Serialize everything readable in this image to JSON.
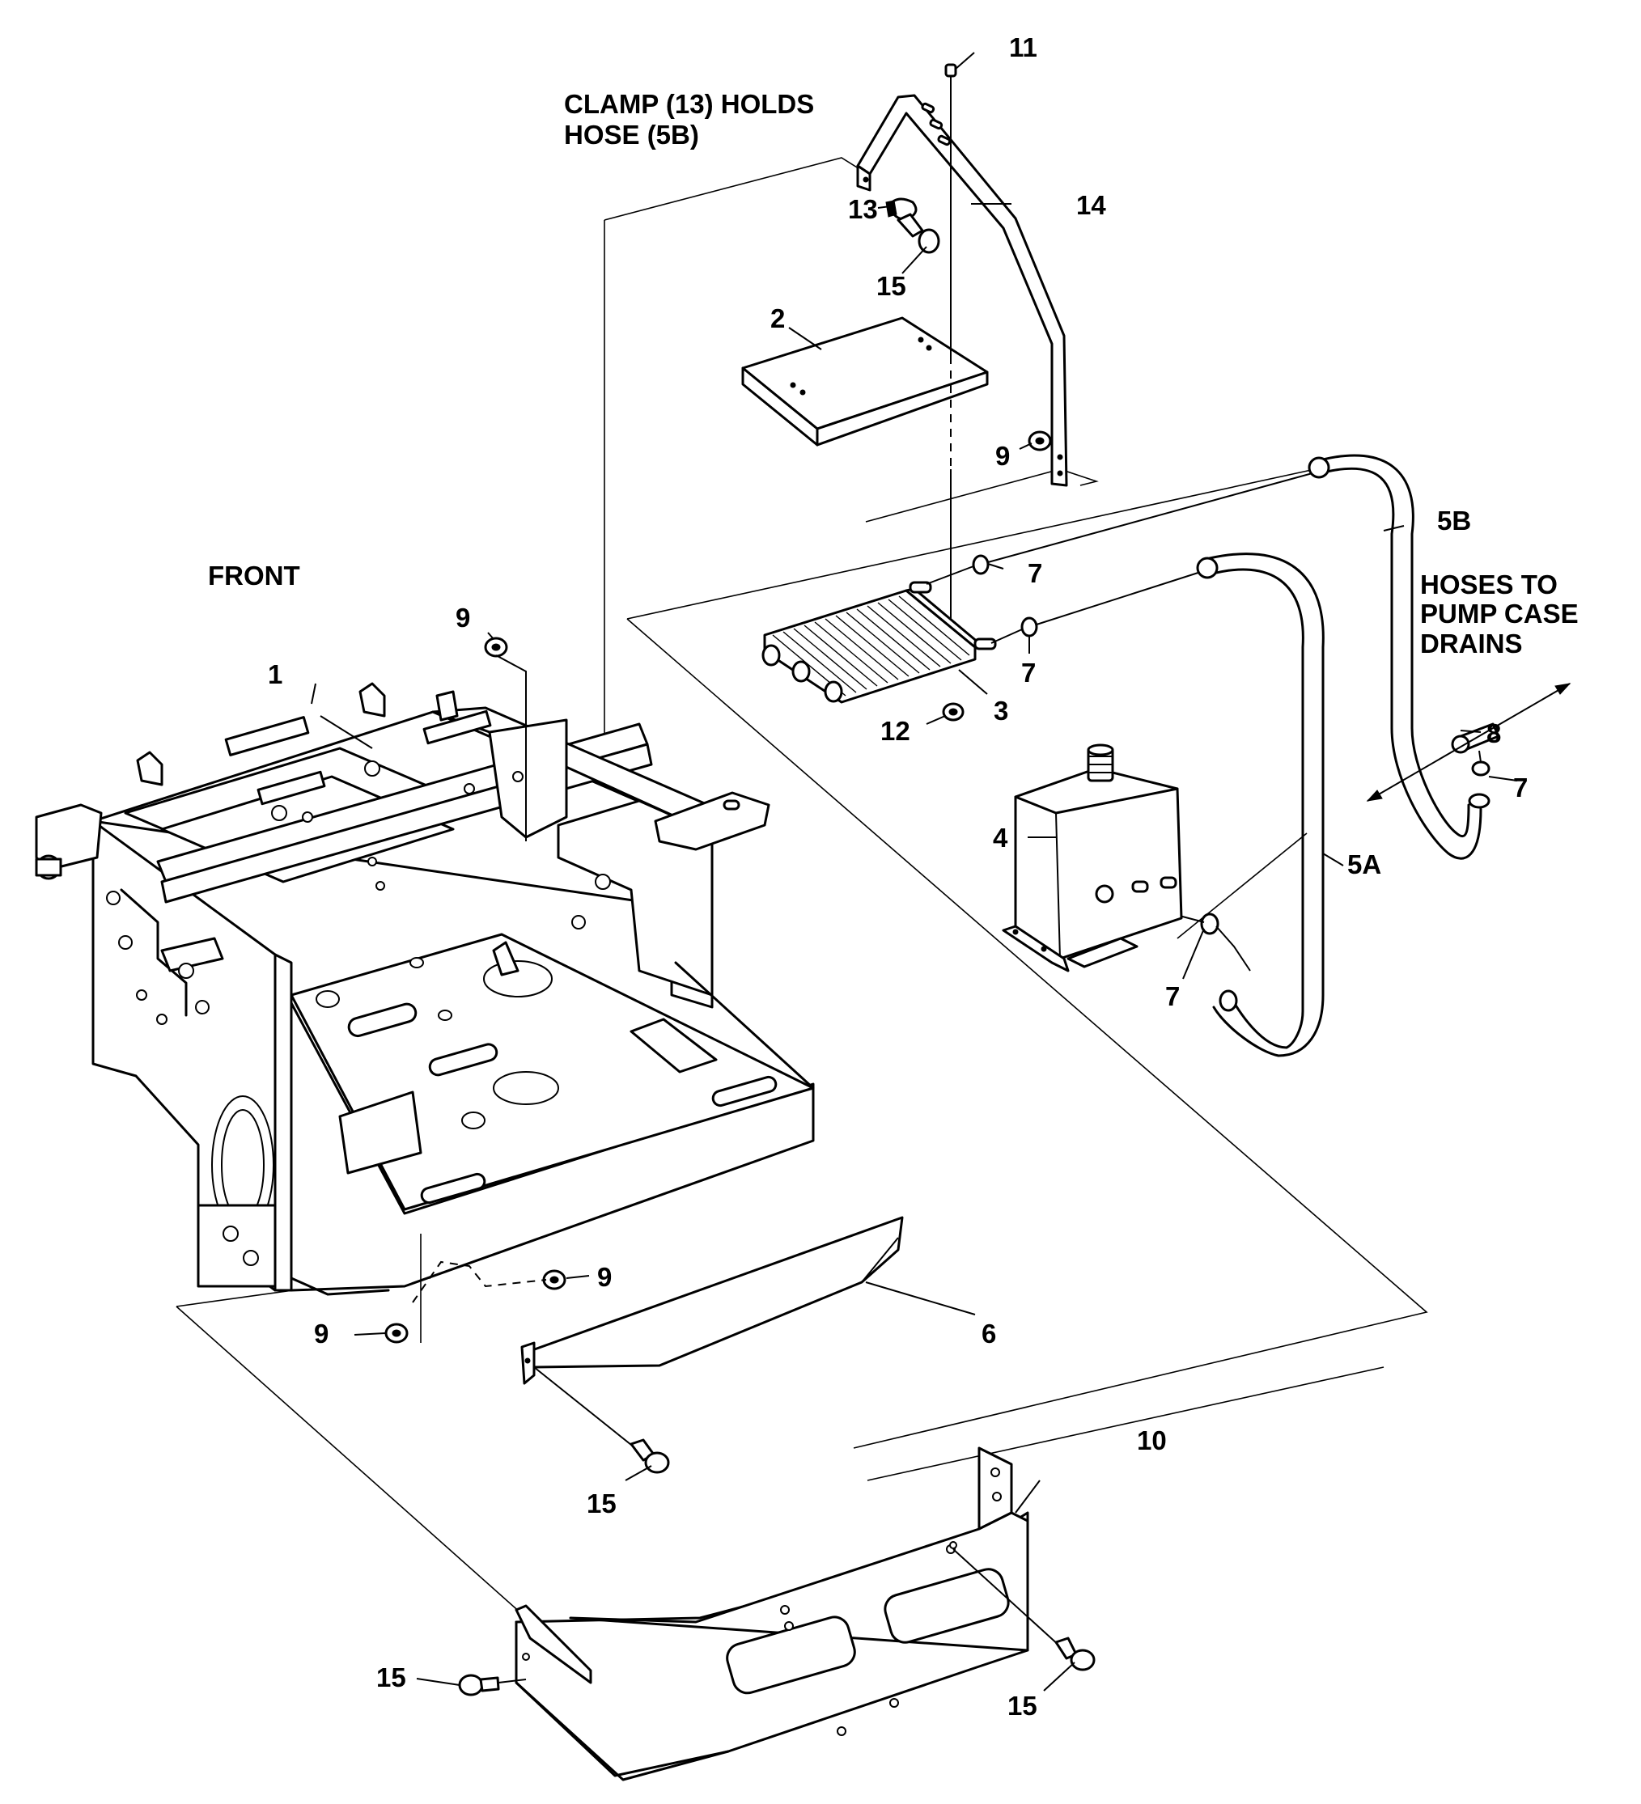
{
  "notes": {
    "clamp_line1": "CLAMP (13) HOLDS",
    "clamp_line2": "HOSE (5B)",
    "front": "FRONT",
    "hoses_line1": "HOSES TO",
    "hoses_line2": "PUMP CASE",
    "hoses_line3": "DRAINS"
  },
  "callouts": {
    "c1": "1",
    "c2": "2",
    "c3": "3",
    "c4": "4",
    "c5a": "5A",
    "c5b": "5B",
    "c6": "6",
    "c7a": "7",
    "c7b": "7",
    "c7c": "7",
    "c7d": "7",
    "c8": "8",
    "c9a": "9",
    "c9b": "9",
    "c9c": "9",
    "c9d": "9",
    "c10": "10",
    "c11": "11",
    "c12": "12",
    "c13": "13",
    "c14": "14",
    "c15a": "15",
    "c15b": "15",
    "c15c": "15",
    "c15d": "15"
  }
}
